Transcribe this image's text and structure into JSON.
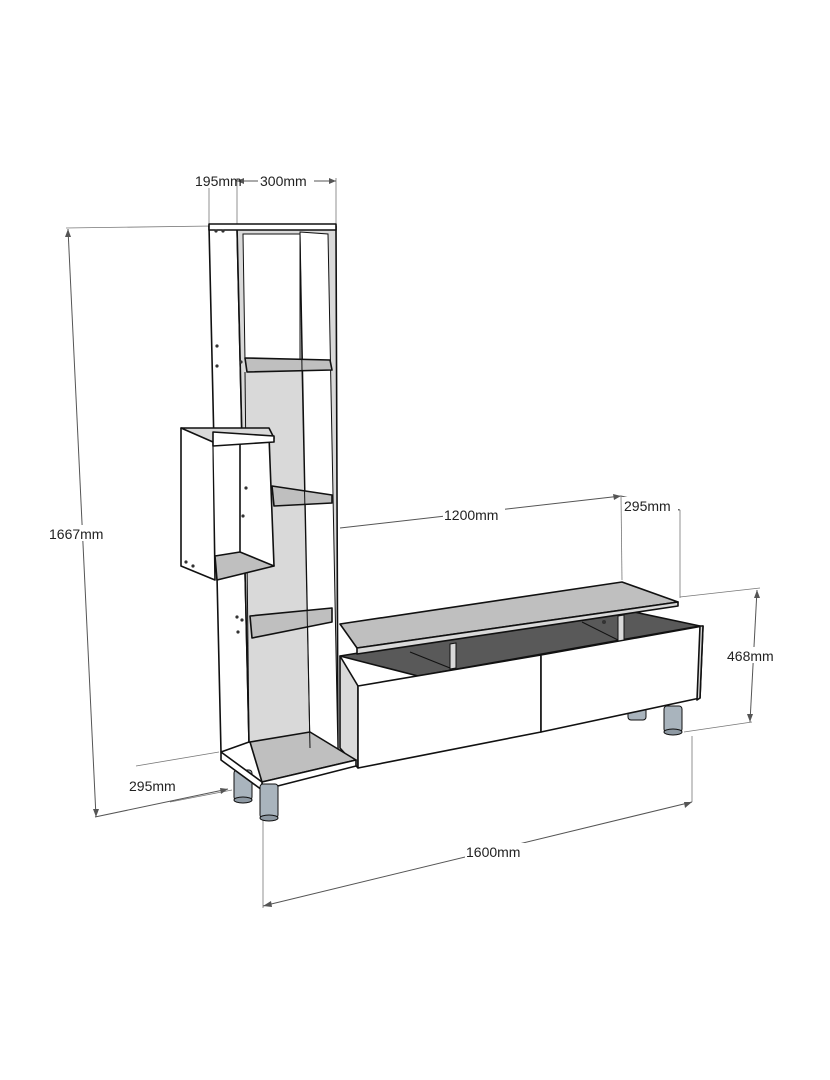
{
  "drawing": {
    "subject": "",
    "dimensions": {
      "bookcase_side_depth": "195mm",
      "bookcase_width": "300mm",
      "total_height": "1667mm",
      "tv_unit_top_width": "1200mm",
      "tv_unit_top_depth": "295mm",
      "tv_unit_height": "468mm",
      "bookcase_depth": "295mm",
      "total_width": "1600mm"
    },
    "colors": {
      "panel_white": "#ffffff",
      "panel_edge_gray": "#d9d9d9",
      "shelf_gray": "#bfbfbf",
      "interior_dark": "#595959",
      "leg_metal": "#a9b4bd"
    }
  }
}
